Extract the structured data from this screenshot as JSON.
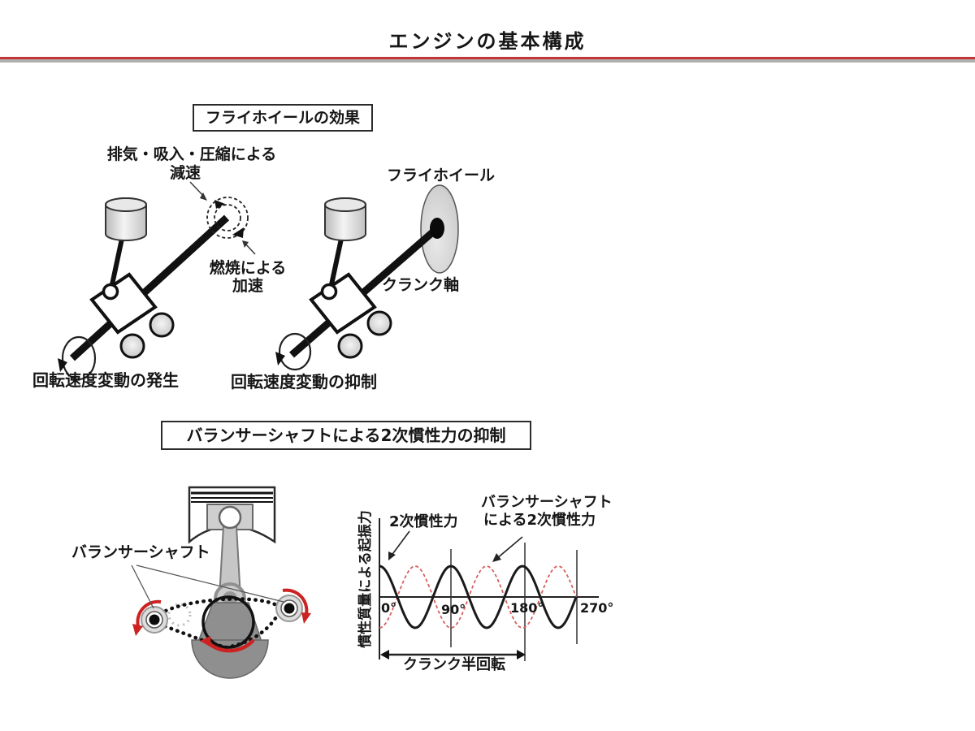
{
  "page": {
    "title": "エンジンの基本構成"
  },
  "colors": {
    "divider_red": "#c43535",
    "divider_gray": "#b0b0b0",
    "accent_red": "#cc2222",
    "wave_black": "#1a1a1a",
    "wave_red": "#d86060"
  },
  "section_flywheel": {
    "heading": "フライホイールの効果",
    "left": {
      "decel_line1": "排気・吸入・圧縮による",
      "decel_line2": "減速",
      "accel_line1": "燃焼による",
      "accel_line2": "加速",
      "caption": "回転速度変動の発生"
    },
    "right": {
      "flywheel_label": "フライホイール",
      "crankshaft_label": "クランク軸",
      "caption": "回転速度変動の抑制"
    }
  },
  "section_balancer": {
    "heading": "バランサーシャフトによる2次慣性力の抑制",
    "balancer_label": "バランサーシャフト",
    "chart": {
      "ylabel": "慣性質量による起振力",
      "series1_label": "2次慣性力",
      "series2_label_line1": "バランサーシャフト",
      "series2_label_line2": "による2次慣性力",
      "ticks": [
        "0°",
        "90°",
        "180°",
        "270°"
      ],
      "span_label": "クランク半回転"
    }
  },
  "chart_data": {
    "type": "line",
    "title": "",
    "xlabel": "",
    "ylabel": "慣性質量による起振力",
    "x_ticks_deg": [
      0,
      90,
      180,
      270
    ],
    "x_range_deg": [
      0,
      248
    ],
    "y_range": [
      -1,
      1
    ],
    "grid": "vertical lines at 90, 180, 270 deg",
    "series": [
      {
        "name": "2次慣性力",
        "color": "#1a1a1a",
        "style": "solid",
        "waveform": "cos",
        "amplitude": 1,
        "period_deg": 90
      },
      {
        "name": "バランサーシャフトによる2次慣性力",
        "color": "#d86060",
        "style": "dashed",
        "waveform": "cos",
        "amplitude": -1,
        "period_deg": 90
      }
    ],
    "annotations": [
      {
        "text": "クランク半回転",
        "from_deg": 0,
        "to_deg": 180
      }
    ]
  }
}
